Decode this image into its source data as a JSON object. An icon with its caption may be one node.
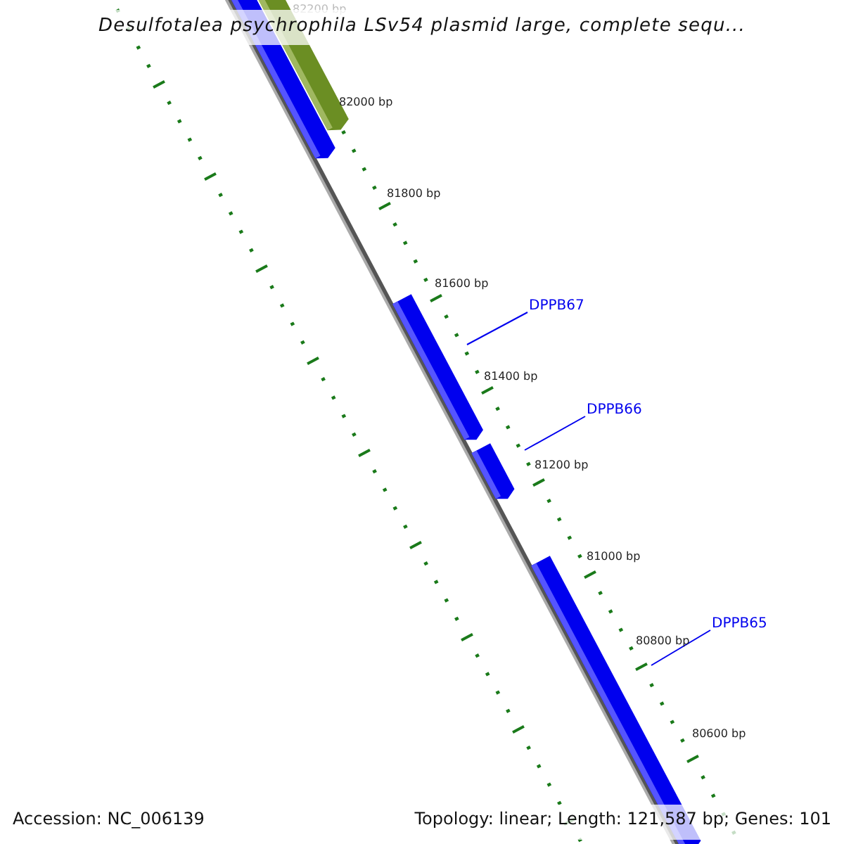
{
  "diagram": {
    "title": "Desulfotalea psychrophila LSv54 plasmid large, complete sequ...",
    "nodes": [
      {
        "text": [
          "DPPB67"
        ]
      },
      {
        "text": [
          "DPPB66"
        ]
      },
      {
        "text": [
          "DPPB65"
        ]
      }
    ],
    "edges": [
      {
        "from": 0,
        "to": null,
        "arrow": "none"
      },
      {
        "from": 1,
        "to": null,
        "arrow": "none"
      },
      {
        "from": 2,
        "to": null,
        "arrow": "none"
      }
    ],
    "labels": [
      "82200 bp",
      "82000 bp",
      "81800 bp",
      "81600 bp",
      "81400 bp",
      "81200 bp",
      "81000 bp",
      "80800 bp",
      "80600 bp",
      "Accession: NC_006139",
      "Topology: linear; Length: 121,587 bp; Genes: 101"
    ]
  }
}
